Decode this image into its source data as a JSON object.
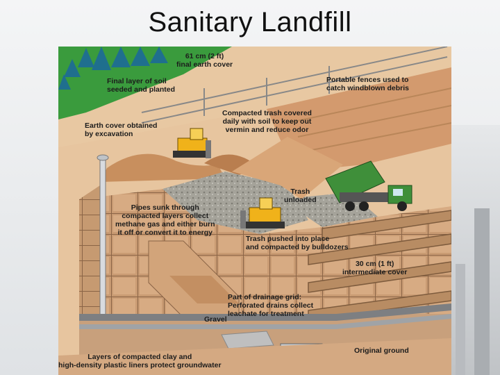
{
  "title": "Sanitary Landfill",
  "labels": {
    "final_cover": "61 cm (2 ft)\nfinal earth cover",
    "final_soil": "Final layer of soil\nseeded and planted",
    "fences": "Portable fences used to\ncatch windblown debris",
    "earth_cover": "Earth cover obtained\nby excavation",
    "compacted_daily": "Compacted trash covered\ndaily with soil to keep out\nvermin and reduce odor",
    "trash_unloaded": "Trash\nunloaded",
    "pipes": "Pipes sunk through\ncompacted layers collect\nmethane gas and either burn\nit off or convert it to energy",
    "trash_pushed": "Trash pushed into place\nand compacted by bulldozers",
    "intermediate": "30 cm (1 ft)\nintermediate cover",
    "drainage": "Part of drainage grid:\nPerforated drains collect\nleachate for treatment",
    "gravel": "Gravel",
    "liners": "Layers of compacted clay and\nhigh-density plastic liners protect groundwater",
    "original_ground": "Original ground"
  },
  "colors": {
    "grass": "#2f9a3a",
    "tree": "#1f6b8c",
    "soil": "#d7a173",
    "soil_dark": "#b8804f",
    "cell": "#caa07a",
    "trash": "#9e9c92",
    "bulldozer": "#f1b31a",
    "truck_box": "#3f8f3a",
    "liner_gray": "#8b8e92"
  }
}
